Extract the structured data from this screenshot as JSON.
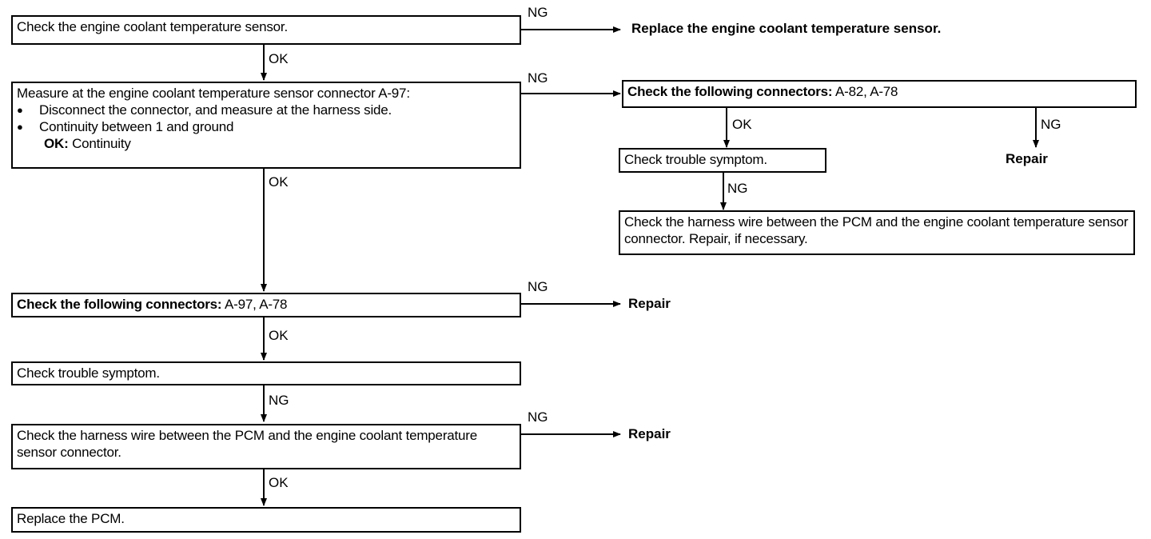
{
  "nodes": {
    "check_sensor": "Check the engine coolant temperature sensor.",
    "replace_sensor": "Replace the engine coolant temperature sensor.",
    "measure_title": "Measure at the engine coolant temperature sensor connector A-97:",
    "measure_bullets": [
      "Disconnect the connector, and measure at the harness side.",
      "Continuity between 1 and ground"
    ],
    "measure_ok_key": "OK:",
    "measure_ok_value": "Continuity",
    "check_conn_a82_prefix": "Check the following connectors:",
    "check_conn_a82_list": "A-82, A-78",
    "check_symptom_right": "Check trouble symptom.",
    "repair_right": "Repair",
    "harness_right": "Check the harness wire between the PCM and the engine coolant temperature sensor connector. Repair, if necessary.",
    "check_conn_a97_prefix": "Check the following connectors:",
    "check_conn_a97_list": "A-97, A-78",
    "repair_1": "Repair",
    "check_symptom_left": "Check trouble symptom.",
    "harness_left": "Check the harness wire between the PCM and the engine coolant temperature sensor connector.",
    "repair_2": "Repair",
    "replace_pcm": "Replace the PCM."
  },
  "edge_labels": {
    "ng": "NG",
    "ok": "OK"
  }
}
